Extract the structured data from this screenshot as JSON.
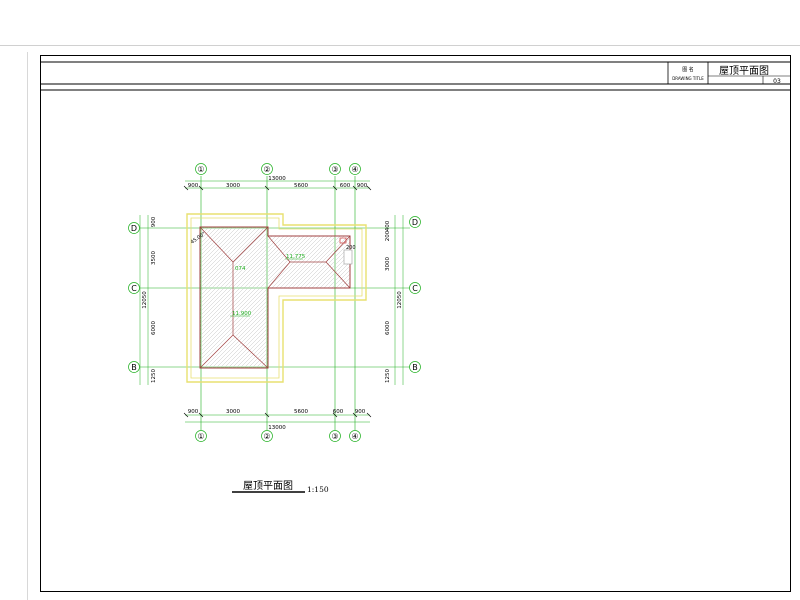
{
  "title_block": {
    "label_cn": "图   名",
    "label_en": "DRAWING TITLE",
    "title": "屋顶平面图",
    "sheet_no": "03"
  },
  "drawing": {
    "caption": "屋顶平面图",
    "scale": "1:150"
  },
  "axes": {
    "vertical": [
      "①",
      "②",
      "③",
      "④"
    ],
    "horizontal": [
      "D",
      "C",
      "B"
    ]
  },
  "dimensions": {
    "top": [
      "900",
      "3000",
      "5600",
      "600",
      "900",
      "13000"
    ],
    "bottom": [
      "900",
      "3000",
      "5600",
      "600",
      "900",
      "13000"
    ],
    "left": [
      "900",
      "3500",
      "6000",
      "1250",
      "12050"
    ],
    "right": [
      "400",
      "200",
      "3000",
      "6000",
      "1250",
      "12050"
    ]
  },
  "annotations": {
    "slope_angle": "45.00°",
    "elev_mid": "11.775",
    "elev_low": "11.900",
    "value_074": "074",
    "value_200": "200"
  },
  "colors": {
    "line": "#000000",
    "axis_green": "#20b020",
    "roof_red": "#a04040",
    "eave_yellow": "#e8e070",
    "hatch_gray": "#b8b8b8"
  }
}
